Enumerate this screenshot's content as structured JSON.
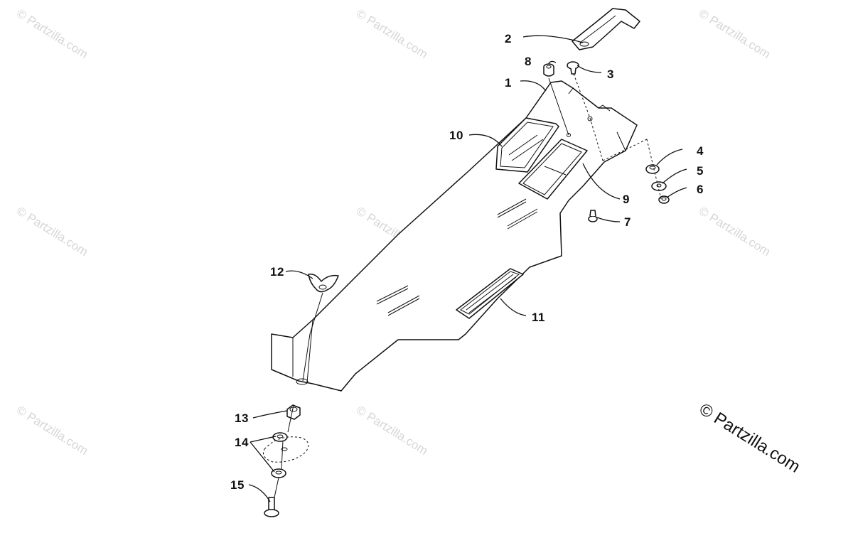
{
  "watermark": {
    "text": "© Partzilla.com",
    "corner_text": "© Partzilla.com"
  },
  "callouts": [
    {
      "id": "1",
      "label": "1"
    },
    {
      "id": "2",
      "label": "2"
    },
    {
      "id": "3",
      "label": "3"
    },
    {
      "id": "4",
      "label": "4"
    },
    {
      "id": "5",
      "label": "5"
    },
    {
      "id": "6",
      "label": "6"
    },
    {
      "id": "7",
      "label": "7"
    },
    {
      "id": "8",
      "label": "8"
    },
    {
      "id": "9",
      "label": "9"
    },
    {
      "id": "10",
      "label": "10"
    },
    {
      "id": "11",
      "label": "11"
    },
    {
      "id": "12",
      "label": "12"
    },
    {
      "id": "13",
      "label": "13"
    },
    {
      "id": "14",
      "label": "14"
    },
    {
      "id": "15",
      "label": "15"
    }
  ]
}
